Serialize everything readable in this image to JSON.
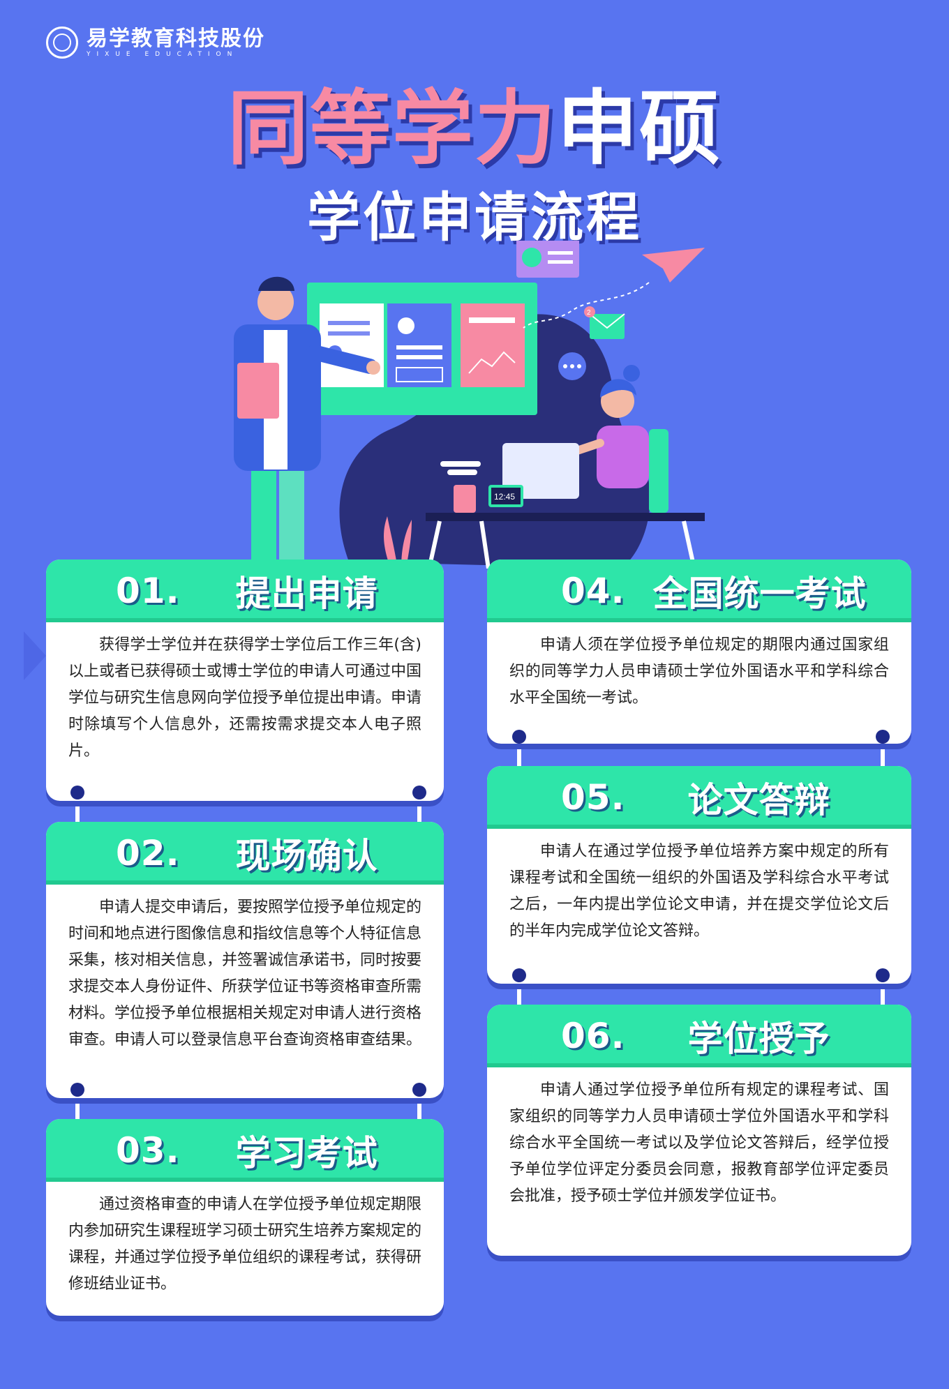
{
  "brand": {
    "name": "易学教育科技股份",
    "english": "YIXUE EDUCATION"
  },
  "title": {
    "pink_part": "同等学力",
    "white_part": "申硕",
    "subtitle": "学位申请流程"
  },
  "illustration": {
    "clock_text": "12:45",
    "badge_count": "2"
  },
  "steps": [
    {
      "num": "01.",
      "title": "提出申请",
      "text": "获得学士学位并在获得学士学位后工作三年(含)以上或者已获得硕士或博士学位的申请人可通过中国学位与研究生信息网向学位授予单位提出申请。申请时除填写个人信息外，还需按需求提交本人电子照片。"
    },
    {
      "num": "02.",
      "title": "现场确认",
      "text": "申请人提交申请后，要按照学位授予单位规定的时间和地点进行图像信息和指纹信息等个人特征信息采集，核对相关信息，并签署诚信承诺书，同时按要求提交本人身份证件、所获学位证书等资格审查所需材料。学位授予单位根据相关规定对申请人进行资格审查。申请人可以登录信息平台查询资格审查结果。"
    },
    {
      "num": "03.",
      "title": "学习考试",
      "text": "通过资格审查的申请人在学位授予单位规定期限内参加研究生课程班学习硕士研究生培养方案规定的课程，并通过学位授予单位组织的课程考试，获得研修班结业证书。"
    },
    {
      "num": "04.",
      "title": "全国统一考试",
      "text": "申请人须在学位授予单位规定的期限内通过国家组织的同等学力人员申请硕士学位外国语水平和学科综合水平全国统一考试。"
    },
    {
      "num": "05.",
      "title": "论文答辩",
      "text": "申请人在通过学位授予单位培养方案中规定的所有课程考试和全国统一组织的外国语及学科综合水平考试之后，一年内提出学位论文申请，并在提交学位论文后的半年内完成学位论文答辩。"
    },
    {
      "num": "06.",
      "title": "学位授予",
      "text": "申请人通过学位授予单位所有规定的课程考试、国家组织的同等学力人员申请硕士学位外国语水平和学科综合水平全国统一考试以及学位论文答辩后，经学位授予单位学位评定分委员会同意，报教育部学位评定委员会批准，授予硕士学位并颁发学位证书。"
    }
  ],
  "colors": {
    "background": "#5874f0",
    "card_header": "#2ee5a9",
    "title_pink": "#f78aa3",
    "shadow_navy": "#2c3aa8"
  }
}
